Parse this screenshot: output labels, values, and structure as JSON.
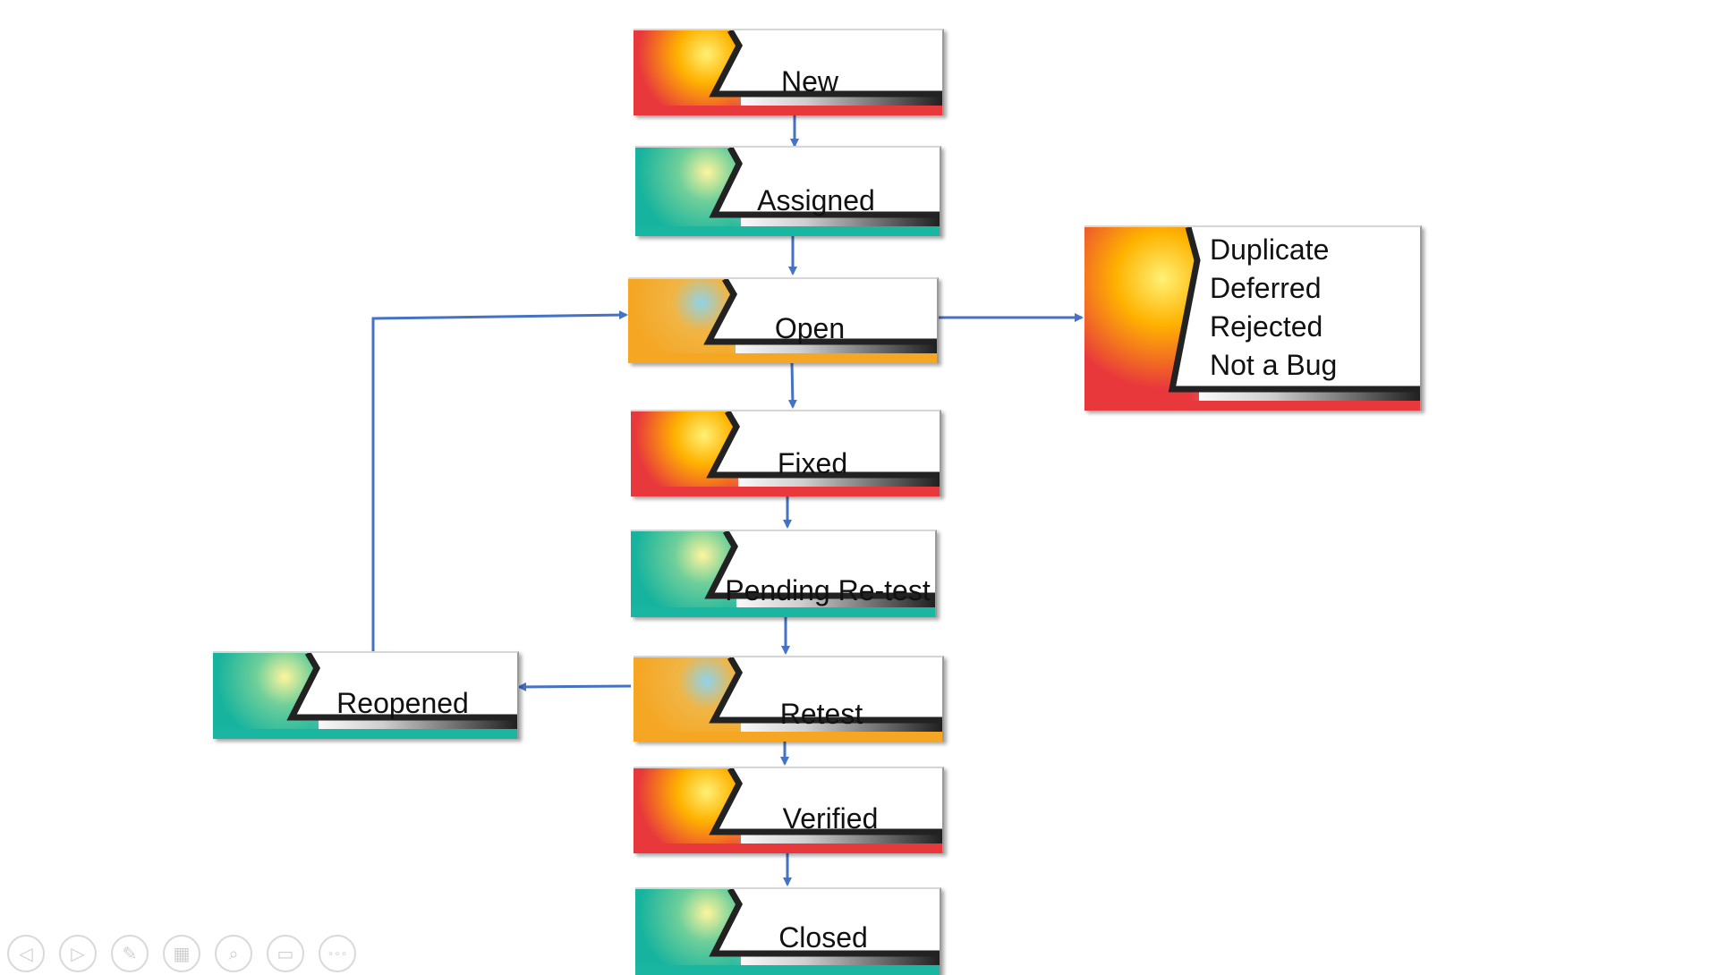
{
  "diagram": {
    "nodes": [
      {
        "id": "new",
        "label": "New",
        "theme": "red"
      },
      {
        "id": "assigned",
        "label": "Assigned",
        "theme": "teal"
      },
      {
        "id": "open",
        "label": "Open",
        "theme": "orange"
      },
      {
        "id": "fixed",
        "label": "Fixed",
        "theme": "red"
      },
      {
        "id": "pending-retest",
        "label": "Pending Re-test",
        "theme": "teal"
      },
      {
        "id": "retest",
        "label": "Retest",
        "theme": "orange"
      },
      {
        "id": "verified",
        "label": "Verified",
        "theme": "red"
      },
      {
        "id": "closed",
        "label": "Closed",
        "theme": "teal"
      },
      {
        "id": "reopened",
        "label": "Reopened",
        "theme": "teal"
      },
      {
        "id": "rejected-states",
        "label": "Duplicate\nDeferred\nRejected\nNot a Bug",
        "theme": "red"
      }
    ],
    "edges": [
      {
        "from": "new",
        "to": "assigned"
      },
      {
        "from": "assigned",
        "to": "open"
      },
      {
        "from": "open",
        "to": "fixed"
      },
      {
        "from": "fixed",
        "to": "pending-retest"
      },
      {
        "from": "pending-retest",
        "to": "retest"
      },
      {
        "from": "retest",
        "to": "verified"
      },
      {
        "from": "verified",
        "to": "closed"
      },
      {
        "from": "open",
        "to": "rejected-states"
      },
      {
        "from": "retest",
        "to": "reopened"
      },
      {
        "from": "reopened",
        "to": "open"
      }
    ],
    "edge_color": "#4472c4"
  },
  "themes": {
    "red": {
      "strip": "#e8383c",
      "core": "#fff176",
      "mid": "#ffb300",
      "base": "#e8383c"
    },
    "teal": {
      "strip": "#19b7a1",
      "core": "#fff59d",
      "mid": "#6fcf9a",
      "base": "#16b39e"
    },
    "orange": {
      "strip": "#f5a623",
      "core": "#8fd3ea",
      "mid": "#f1b545",
      "base": "#f5a623"
    }
  },
  "controls": [
    {
      "id": "previous",
      "icon": "chevron-left-icon",
      "glyph": "◁"
    },
    {
      "id": "next",
      "icon": "chevron-right-icon",
      "glyph": "▷"
    },
    {
      "id": "pen",
      "icon": "pen-icon",
      "glyph": "✎"
    },
    {
      "id": "slides",
      "icon": "slides-grid-icon",
      "glyph": "▦"
    },
    {
      "id": "zoom",
      "icon": "magnifier-icon",
      "glyph": "⌕"
    },
    {
      "id": "subtitles",
      "icon": "subtitles-icon",
      "glyph": "▭"
    },
    {
      "id": "more",
      "icon": "more-icon",
      "glyph": "∘∘∘"
    }
  ]
}
